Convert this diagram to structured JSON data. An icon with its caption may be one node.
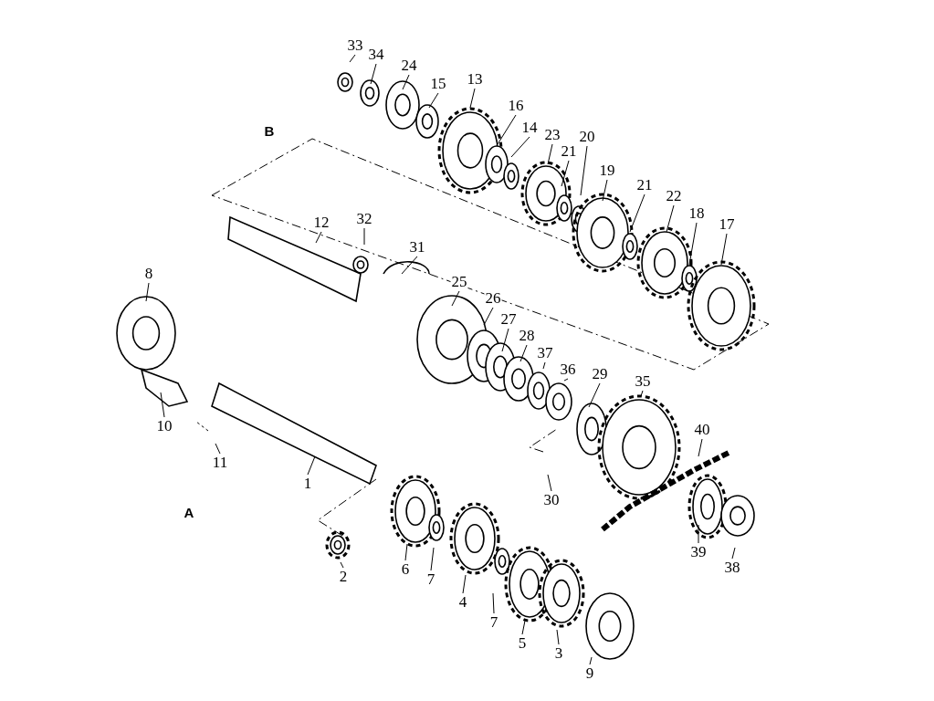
{
  "diagram": {
    "nodes": [
      {
        "text": [
          "33"
        ]
      },
      {
        "text": [
          "34"
        ]
      },
      {
        "text": [
          "24"
        ]
      },
      {
        "text": [
          "15"
        ]
      },
      {
        "text": [
          "13"
        ]
      },
      {
        "text": [
          "16"
        ]
      },
      {
        "text": [
          "14"
        ]
      },
      {
        "text": [
          "23"
        ]
      },
      {
        "text": [
          "21"
        ]
      },
      {
        "text": [
          "20"
        ]
      },
      {
        "text": [
          "19"
        ]
      },
      {
        "text": [
          "21"
        ]
      },
      {
        "text": [
          "22"
        ]
      },
      {
        "text": [
          "18"
        ]
      },
      {
        "text": [
          "17"
        ]
      },
      {
        "text": [
          "12"
        ]
      },
      {
        "text": [
          "32"
        ]
      },
      {
        "text": [
          "31"
        ]
      },
      {
        "text": [
          "8"
        ]
      },
      {
        "text": [
          "25"
        ]
      },
      {
        "text": [
          "26"
        ]
      },
      {
        "text": [
          "27"
        ]
      },
      {
        "text": [
          "28"
        ]
      },
      {
        "text": [
          "37"
        ]
      },
      {
        "text": [
          "36"
        ]
      },
      {
        "text": [
          "29"
        ]
      },
      {
        "text": [
          "35"
        ]
      },
      {
        "text": [
          "40"
        ]
      },
      {
        "text": [
          "10"
        ]
      },
      {
        "text": [
          "11"
        ]
      },
      {
        "text": [
          "1"
        ]
      },
      {
        "text": [
          "30"
        ]
      },
      {
        "text": [
          "6"
        ]
      },
      {
        "text": [
          "7"
        ]
      },
      {
        "text": [
          "4"
        ]
      },
      {
        "text": [
          "7"
        ]
      },
      {
        "text": [
          "2"
        ]
      },
      {
        "text": [
          "5"
        ]
      },
      {
        "text": [
          "3"
        ]
      },
      {
        "text": [
          "9"
        ]
      },
      {
        "text": [
          "39"
        ]
      },
      {
        "text": [
          "38"
        ]
      }
    ],
    "edges": [
      {
        "from": 0,
        "to": null,
        "arrow": "none"
      },
      {
        "from": 1,
        "to": null,
        "arrow": "none"
      },
      {
        "from": 2,
        "to": null,
        "arrow": "none"
      },
      {
        "from": 3,
        "to": null,
        "arrow": "none"
      },
      {
        "from": 4,
        "to": null,
        "arrow": "none"
      },
      {
        "from": 5,
        "to": null,
        "arrow": "none"
      },
      {
        "from": 6,
        "to": null,
        "arrow": "none"
      },
      {
        "from": 7,
        "to": null,
        "arrow": "none"
      },
      {
        "from": 8,
        "to": null,
        "arrow": "none"
      },
      {
        "from": 9,
        "to": null,
        "arrow": "none"
      },
      {
        "from": 10,
        "to": null,
        "arrow": "none"
      },
      {
        "from": 11,
        "to": null,
        "arrow": "none"
      },
      {
        "from": 12,
        "to": null,
        "arrow": "none"
      },
      {
        "from": 13,
        "to": null,
        "arrow": "none"
      },
      {
        "from": 14,
        "to": null,
        "arrow": "none"
      },
      {
        "from": 15,
        "to": null,
        "arrow": "none"
      },
      {
        "from": 16,
        "to": null,
        "arrow": "none"
      },
      {
        "from": 17,
        "to": null,
        "arrow": "none"
      },
      {
        "from": 18,
        "to": null,
        "arrow": "none"
      },
      {
        "from": 19,
        "to": null,
        "arrow": "none"
      },
      {
        "from": 20,
        "to": null,
        "arrow": "none"
      },
      {
        "from": 21,
        "to": null,
        "arrow": "none"
      },
      {
        "from": 22,
        "to": null,
        "arrow": "none"
      },
      {
        "from": 23,
        "to": null,
        "arrow": "none"
      },
      {
        "from": 24,
        "to": null,
        "arrow": "none"
      },
      {
        "from": 25,
        "to": null,
        "arrow": "none"
      },
      {
        "from": 26,
        "to": null,
        "arrow": "none"
      },
      {
        "from": 27,
        "to": null,
        "arrow": "none"
      },
      {
        "from": 28,
        "to": null,
        "arrow": "none"
      },
      {
        "from": 29,
        "to": null,
        "arrow": "none"
      },
      {
        "from": 30,
        "to": null,
        "arrow": "none"
      },
      {
        "from": 31,
        "to": null,
        "arrow": "none"
      },
      {
        "from": 32,
        "to": null,
        "arrow": "none"
      },
      {
        "from": 33,
        "to": null,
        "arrow": "none"
      },
      {
        "from": 34,
        "to": null,
        "arrow": "none"
      },
      {
        "from": 35,
        "to": null,
        "arrow": "none"
      },
      {
        "from": 36,
        "to": null,
        "arrow": "none"
      },
      {
        "from": 37,
        "to": null,
        "arrow": "none"
      },
      {
        "from": 38,
        "to": null,
        "arrow": "none"
      },
      {
        "from": 39,
        "to": null,
        "arrow": "none"
      },
      {
        "from": 40,
        "to": null,
        "arrow": "none"
      },
      {
        "from": 41,
        "to": null,
        "arrow": "none"
      }
    ],
    "labels": [
      "B",
      "A"
    ]
  }
}
